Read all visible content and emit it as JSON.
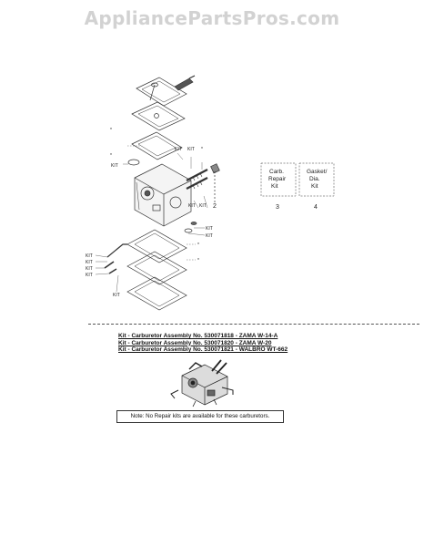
{
  "watermark": "AppliancePartsPros.com",
  "labels": {
    "kit": "KIT",
    "star": "*"
  },
  "kit_boxes": [
    {
      "text": "Carb.\nRepair\nKit",
      "number": "3"
    },
    {
      "text": "Gasket/\nDia.\nKit",
      "number": "4"
    }
  ],
  "callout_numbers": {
    "two": "2"
  },
  "assemblies": [
    "Kit - Carburetor Assembly No. 530071818 - ZAMA W-14-A",
    "Kit - Carburetor Assembly No. 530071820 - ZAMA W-20",
    "Kit - Carburetor Assembly No. 530071821 - WALBRO WT-662"
  ],
  "note": "Note: No Repair kits are available for these carburetors."
}
